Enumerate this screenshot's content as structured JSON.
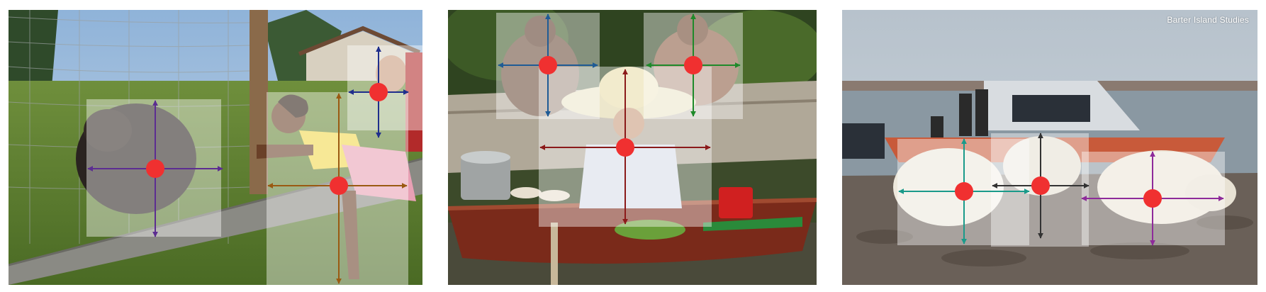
{
  "panels": [
    {
      "id": "bear-and-girl",
      "colors": [
        "#5c2d91",
        "#1f2e8c",
        "#9a5a12"
      ]
    },
    {
      "id": "boat-market",
      "colors": [
        "#1f5b95",
        "#1f8a2a",
        "#8b1a1a"
      ]
    },
    {
      "id": "polar-bears",
      "colors": [
        "#1a9a8a",
        "#333333",
        "#8e2b9a"
      ],
      "watermark": "Barter Island Studies"
    }
  ],
  "marker_color": "#f03030",
  "box_fill": "rgba(255,255,255,0.42)"
}
